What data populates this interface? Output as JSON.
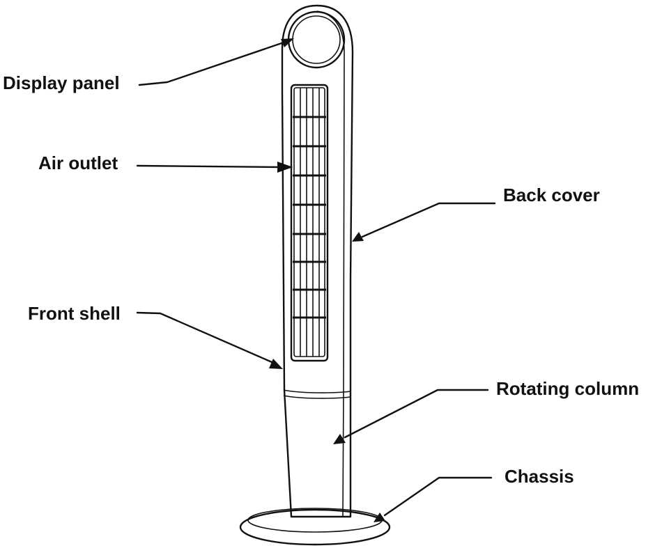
{
  "labels": {
    "display_panel": "Display panel",
    "air_outlet": "Air outlet",
    "back_cover": "Back cover",
    "front_shell": "Front shell",
    "rotating_column": "Rotating column",
    "chassis": "Chassis"
  },
  "colors": {
    "ink": "#111111",
    "background": "#ffffff"
  }
}
